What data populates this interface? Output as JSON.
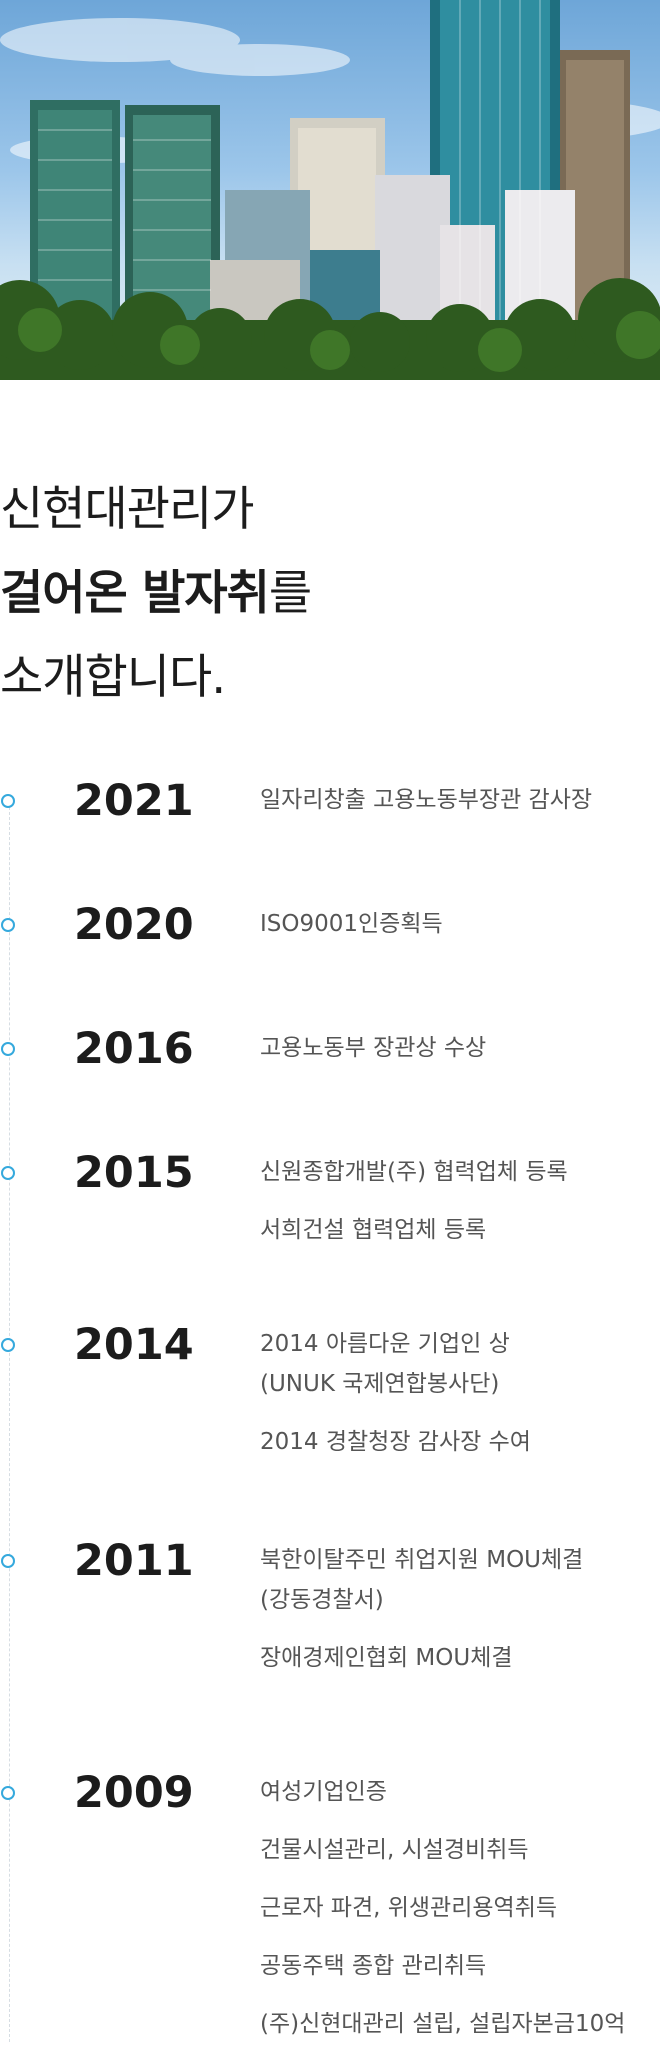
{
  "heading": {
    "line1": "신현대관리가",
    "line2_bold": "걸어온 발자취",
    "line2_rest": "를",
    "line3": "소개합니다."
  },
  "timeline": [
    {
      "year": "2021",
      "items": [
        [
          "일자리창출 고용노동부장관 감사장"
        ]
      ]
    },
    {
      "year": "2020",
      "items": [
        [
          "ISO9001인증획득"
        ]
      ]
    },
    {
      "year": "2016",
      "items": [
        [
          "고용노동부 장관상 수상"
        ]
      ]
    },
    {
      "year": "2015",
      "items": [
        [
          "신원종합개발(주) 협력업체 등록"
        ],
        [
          "서희건설 협력업체 등록"
        ]
      ]
    },
    {
      "year": "2014",
      "items": [
        [
          "2014 아름다운 기업인 상",
          "(UNUK 국제연합봉사단)"
        ],
        [
          "2014 경찰청장 감사장 수여"
        ]
      ]
    },
    {
      "year": "2011",
      "items": [
        [
          "북한이탈주민 취업지원 MOU체결",
          "(강동경찰서)"
        ],
        [
          "장애경제인협회 MOU체결"
        ]
      ]
    },
    {
      "year": "2009",
      "items": [
        [
          "여성기업인증"
        ],
        [
          "건물시설관리, 시설경비취득"
        ],
        [
          "근로자 파견, 위생관리용역취득"
        ],
        [
          "공동주택 종합 관리취득"
        ],
        [
          "(주)신현대관리 설립, 설립자본금10억"
        ]
      ]
    }
  ],
  "colors": {
    "accent": "#35a9dd",
    "heading": "#1c1c1c",
    "body_text": "#555555"
  }
}
